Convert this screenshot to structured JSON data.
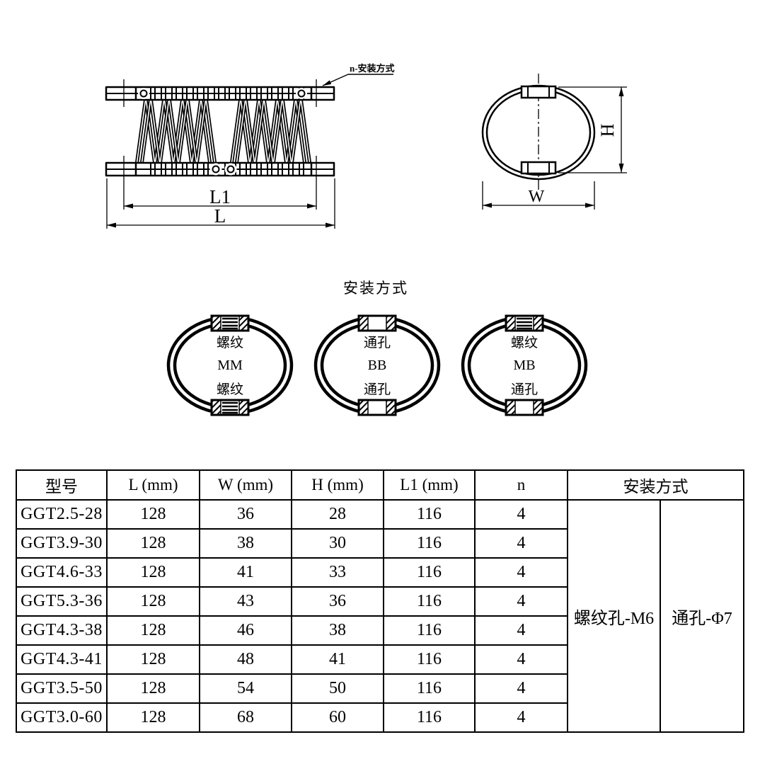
{
  "page": {
    "background": "#ffffff",
    "line_color": "#000000"
  },
  "side_view": {
    "leader_label": "n-安装方式",
    "dim_l1_label": "L1",
    "dim_l_label": "L"
  },
  "end_view": {
    "dim_h_label": "H",
    "dim_w_label": "W"
  },
  "mounting": {
    "heading": "安装方式",
    "types": [
      {
        "top_label": "螺纹",
        "code": "MM",
        "bottom_label": "螺纹",
        "top_style": "thread",
        "bottom_style": "thread"
      },
      {
        "top_label": "通孔",
        "code": "BB",
        "bottom_label": "通孔",
        "top_style": "hole",
        "bottom_style": "hole"
      },
      {
        "top_label": "螺纹",
        "code": "MB",
        "bottom_label": "通孔",
        "top_style": "thread",
        "bottom_style": "hole"
      }
    ]
  },
  "table": {
    "headers": [
      "型号",
      "L (mm)",
      "W (mm)",
      "H (mm)",
      "L1 (mm)",
      "n",
      "安装方式"
    ],
    "rows": [
      [
        "GGT2.5-28",
        "128",
        "36",
        "28",
        "116",
        "4"
      ],
      [
        "GGT3.9-30",
        "128",
        "38",
        "30",
        "116",
        "4"
      ],
      [
        "GGT4.6-33",
        "128",
        "41",
        "33",
        "116",
        "4"
      ],
      [
        "GGT5.3-36",
        "128",
        "43",
        "36",
        "116",
        "4"
      ],
      [
        "GGT4.3-38",
        "128",
        "46",
        "38",
        "116",
        "4"
      ],
      [
        "GGT4.3-41",
        "128",
        "48",
        "41",
        "116",
        "4"
      ],
      [
        "GGT3.5-50",
        "128",
        "54",
        "50",
        "116",
        "4"
      ],
      [
        "GGT3.0-60",
        "128",
        "68",
        "60",
        "116",
        "4"
      ]
    ],
    "mount_thread_spec": "螺纹孔-M6",
    "mount_hole_spec": "通孔-Φ7"
  }
}
